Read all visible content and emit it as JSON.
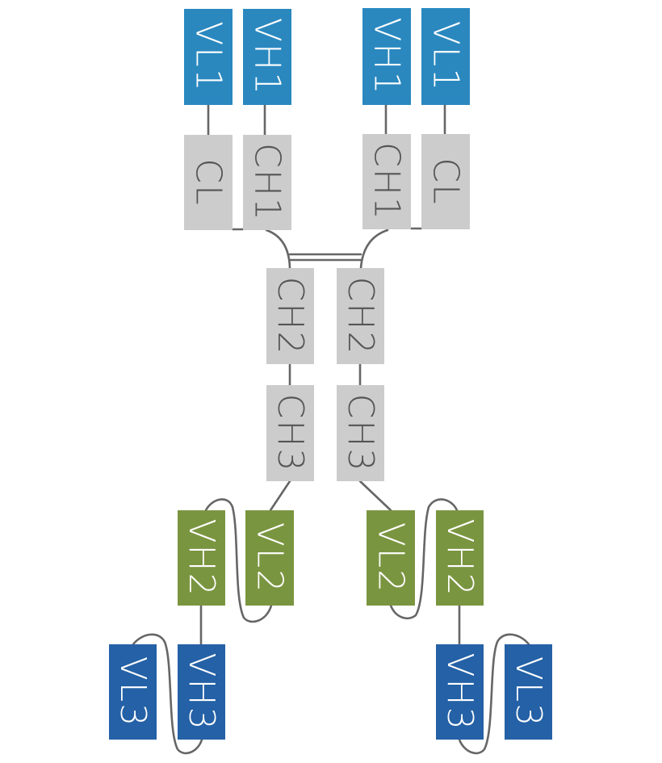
{
  "colors": {
    "variable_1": "#2a88bf",
    "constant": "#cccccc",
    "variable_2": "#7a9540",
    "variable_3": "#2461a6",
    "light_text": "#ffffff",
    "dark_text": "#555555",
    "connector": "#666666"
  },
  "domains": {
    "left_vl1": "VL1",
    "left_vh1": "VH1",
    "left_cl": "CL",
    "left_ch1": "CH1",
    "right_vh1": "VH1",
    "right_vl1": "VL1",
    "right_ch1": "CH1",
    "right_cl": "CL",
    "left_ch2": "CH2",
    "right_ch2": "CH2",
    "left_ch3": "CH3",
    "right_ch3": "CH3",
    "left_vh2": "VH2",
    "left_vl2": "VL2",
    "right_vl2": "VL2",
    "right_vh2": "VH2",
    "left_vl3": "VL3",
    "left_vh3": "VH3",
    "right_vh3": "VH3",
    "right_vl3": "VL3"
  }
}
